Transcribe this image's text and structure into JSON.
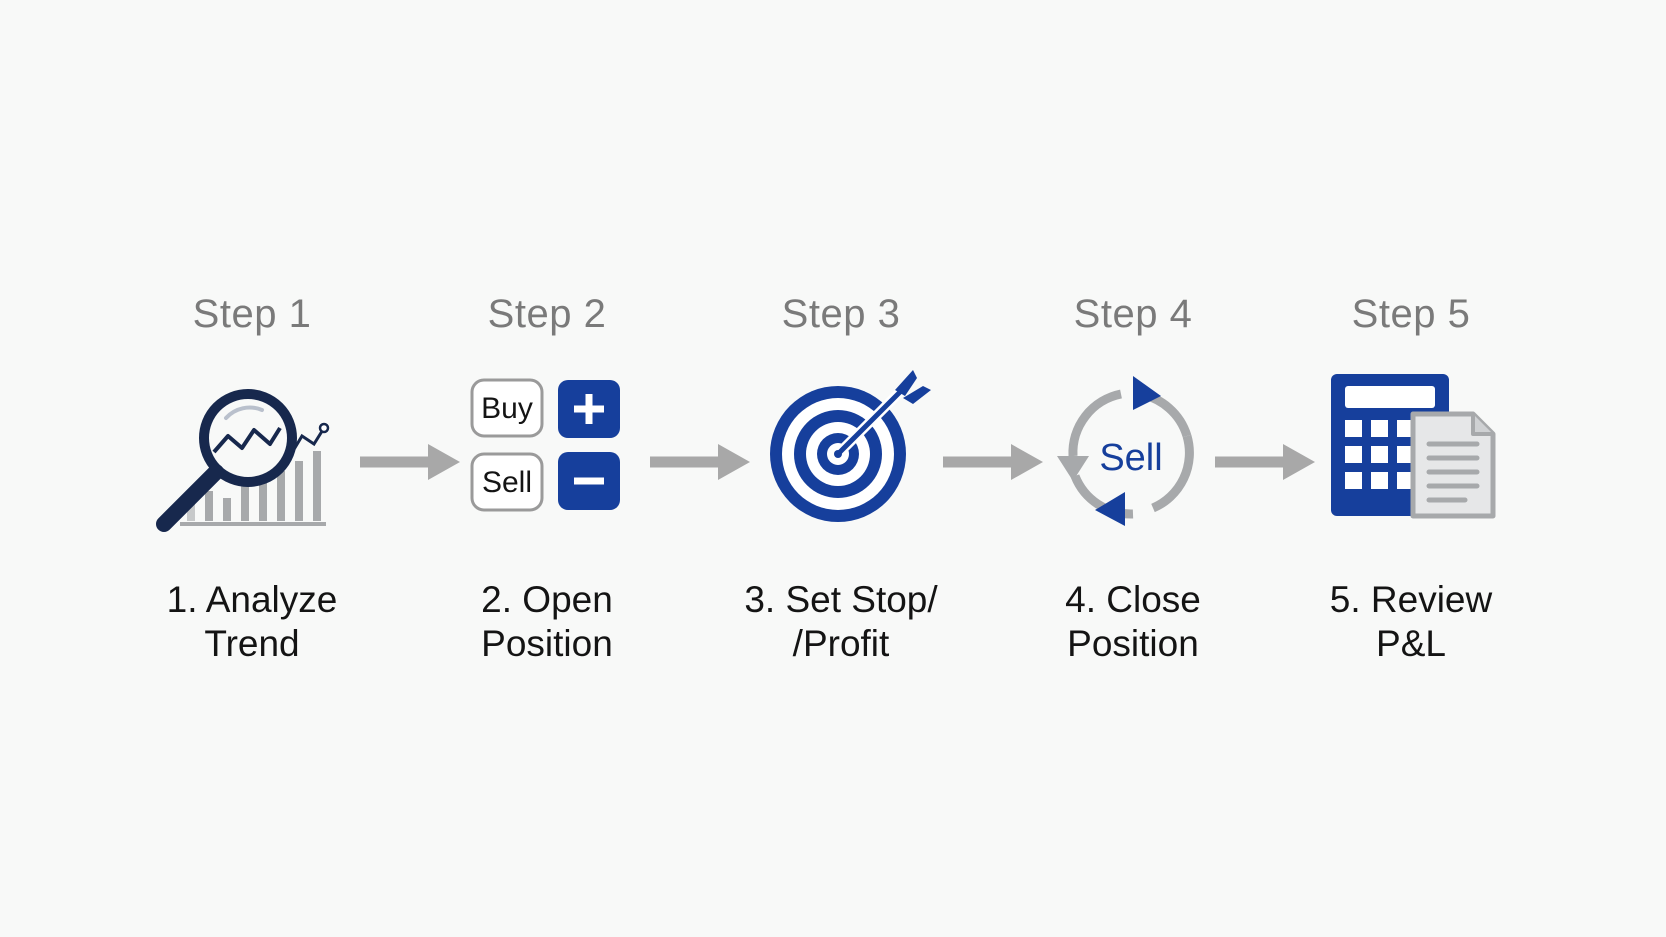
{
  "colors": {
    "primary": "#163f9c",
    "navy": "#17284d",
    "gray": "#a7a9ab",
    "step_label": "#7a7a7a",
    "caption": "#141414",
    "arrow": "#a8a8a8"
  },
  "steps": [
    {
      "label": "Step 1",
      "caption": "1. Analyze\nTrend",
      "icon": "magnifier-trend-icon"
    },
    {
      "label": "Step 2",
      "caption": "2. Open\nPosition",
      "icon": "buy-sell-icon",
      "buy_text": "Buy",
      "sell_text": "Sell"
    },
    {
      "label": "Step 3",
      "caption": "3. Set Stop/\n/Profit",
      "icon": "target-icon"
    },
    {
      "label": "Step 4",
      "caption": "4. Close\nPosition",
      "icon": "sell-cycle-icon",
      "center_text": "Sell"
    },
    {
      "label": "Step 5",
      "caption": "5. Review\nP&L",
      "icon": "calculator-report-icon"
    }
  ]
}
